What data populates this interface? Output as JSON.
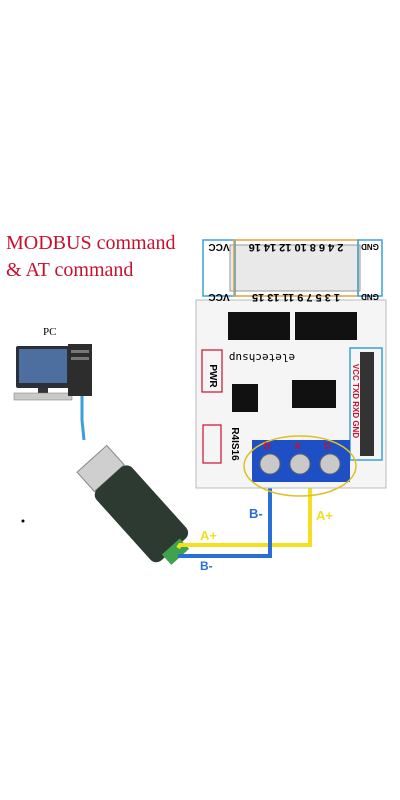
{
  "title": {
    "line1": "MODBUS command",
    "line2": "& AT command"
  },
  "pc": {
    "label": "PC"
  },
  "board": {
    "brand": "eletechsup",
    "model": "R4IS16",
    "pwr": "PWR",
    "header_top_left": "VCC",
    "header_top_pins": "2 4 6 8 10 12 14 16",
    "header_top_right": "GND",
    "header_bottom_left": "VCC",
    "header_bottom_pins": "1 3 5 7 9 11 13 15",
    "header_bottom_right": "GND",
    "side_pins": "VCC TXD RXD GND"
  },
  "terminals": {
    "b": "B",
    "a": "A",
    "gnd": "G"
  },
  "wires": {
    "b_minus": "B-",
    "a_plus_right": "A+",
    "a_plus_left": "A+",
    "b_left": "B-"
  },
  "colors": {
    "title": "#c8102e",
    "wire_a": "#f2df1e",
    "wire_b": "#2a6fd6",
    "terminal": "#1f4fc4",
    "board": "#f5f5f5",
    "chip": "#111111"
  }
}
